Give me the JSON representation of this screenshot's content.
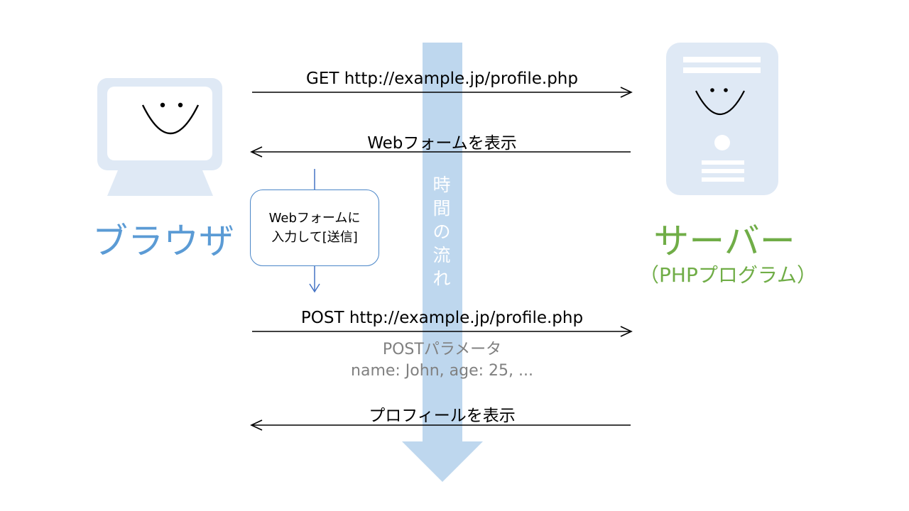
{
  "colors": {
    "light_blue": "#dfe9f5",
    "time_arrow": "#bed7ee",
    "browser_label": "#5b9bd5",
    "server_label": "#70ad47",
    "params_gray": "#808080",
    "flow_blue": "#4472c4"
  },
  "browser": {
    "label": "ブラウザ"
  },
  "server": {
    "label": "サーバー",
    "sublabel": "（PHPプログラム）"
  },
  "time_arrow": {
    "chars": [
      "時",
      "間",
      "の",
      "流",
      "れ"
    ]
  },
  "messages": [
    {
      "text": "GET http://example.jp/profile.php",
      "direction": "right"
    },
    {
      "text": "Webフォームを表示",
      "direction": "left"
    },
    {
      "text": "POST http://example.jp/profile.php",
      "direction": "right"
    },
    {
      "text": "プロフィールを表示",
      "direction": "left"
    }
  ],
  "note": {
    "line1": "Webフォームに",
    "line2": "入力して[送信]"
  },
  "post_params": {
    "title": "POSTパラメータ",
    "values": "name: John, age: 25, ..."
  }
}
